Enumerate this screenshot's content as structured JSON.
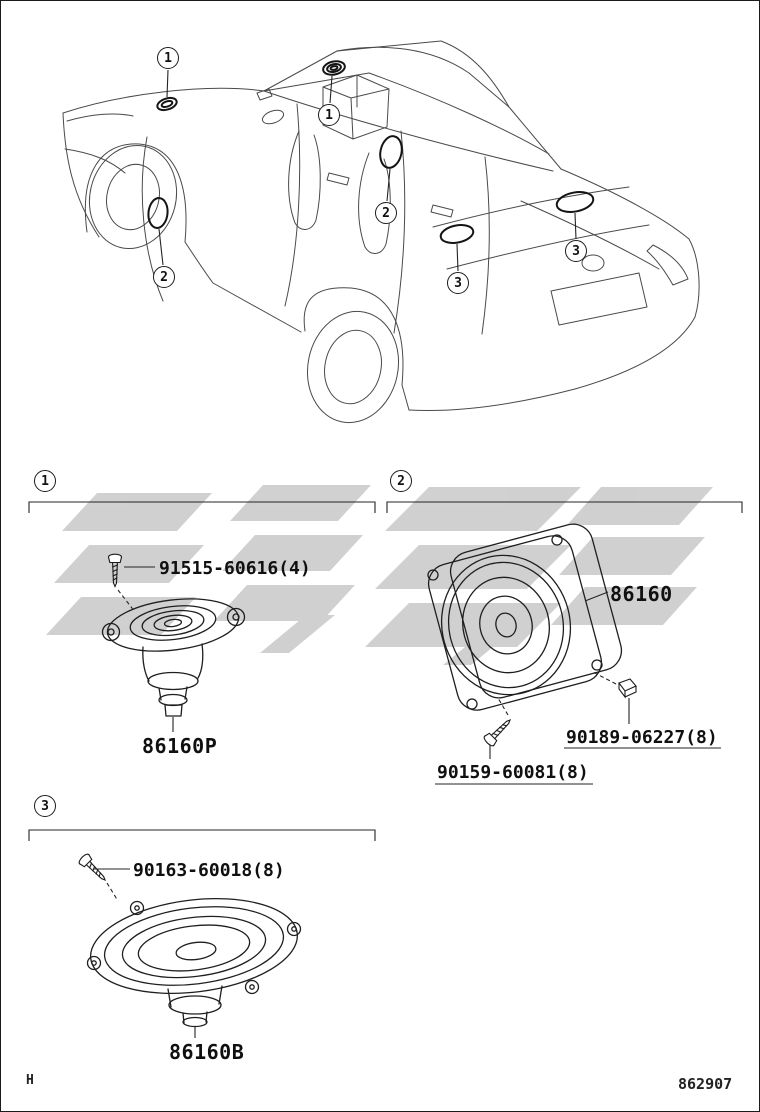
{
  "page": {
    "footer_left": "H",
    "doc_number": "862907"
  },
  "car": {
    "callouts": [
      {
        "num": "1"
      },
      {
        "num": "1"
      },
      {
        "num": "2"
      },
      {
        "num": "2"
      },
      {
        "num": "3"
      },
      {
        "num": "3"
      }
    ]
  },
  "sections": [
    {
      "num": "1",
      "labels": {
        "screw": "91515-60616(4)",
        "part": "86160P"
      }
    },
    {
      "num": "2",
      "labels": {
        "part": "86160",
        "clip": "90189-06227(8)",
        "screw": "90159-60081(8)"
      }
    },
    {
      "num": "3",
      "labels": {
        "screw": "90163-60018(8)",
        "part": "86160B"
      }
    }
  ],
  "colors": {
    "ink": "#1c1c1c",
    "car_line": "#4a4a4a",
    "watermark": "#cccccc",
    "background": "#ffffff"
  }
}
